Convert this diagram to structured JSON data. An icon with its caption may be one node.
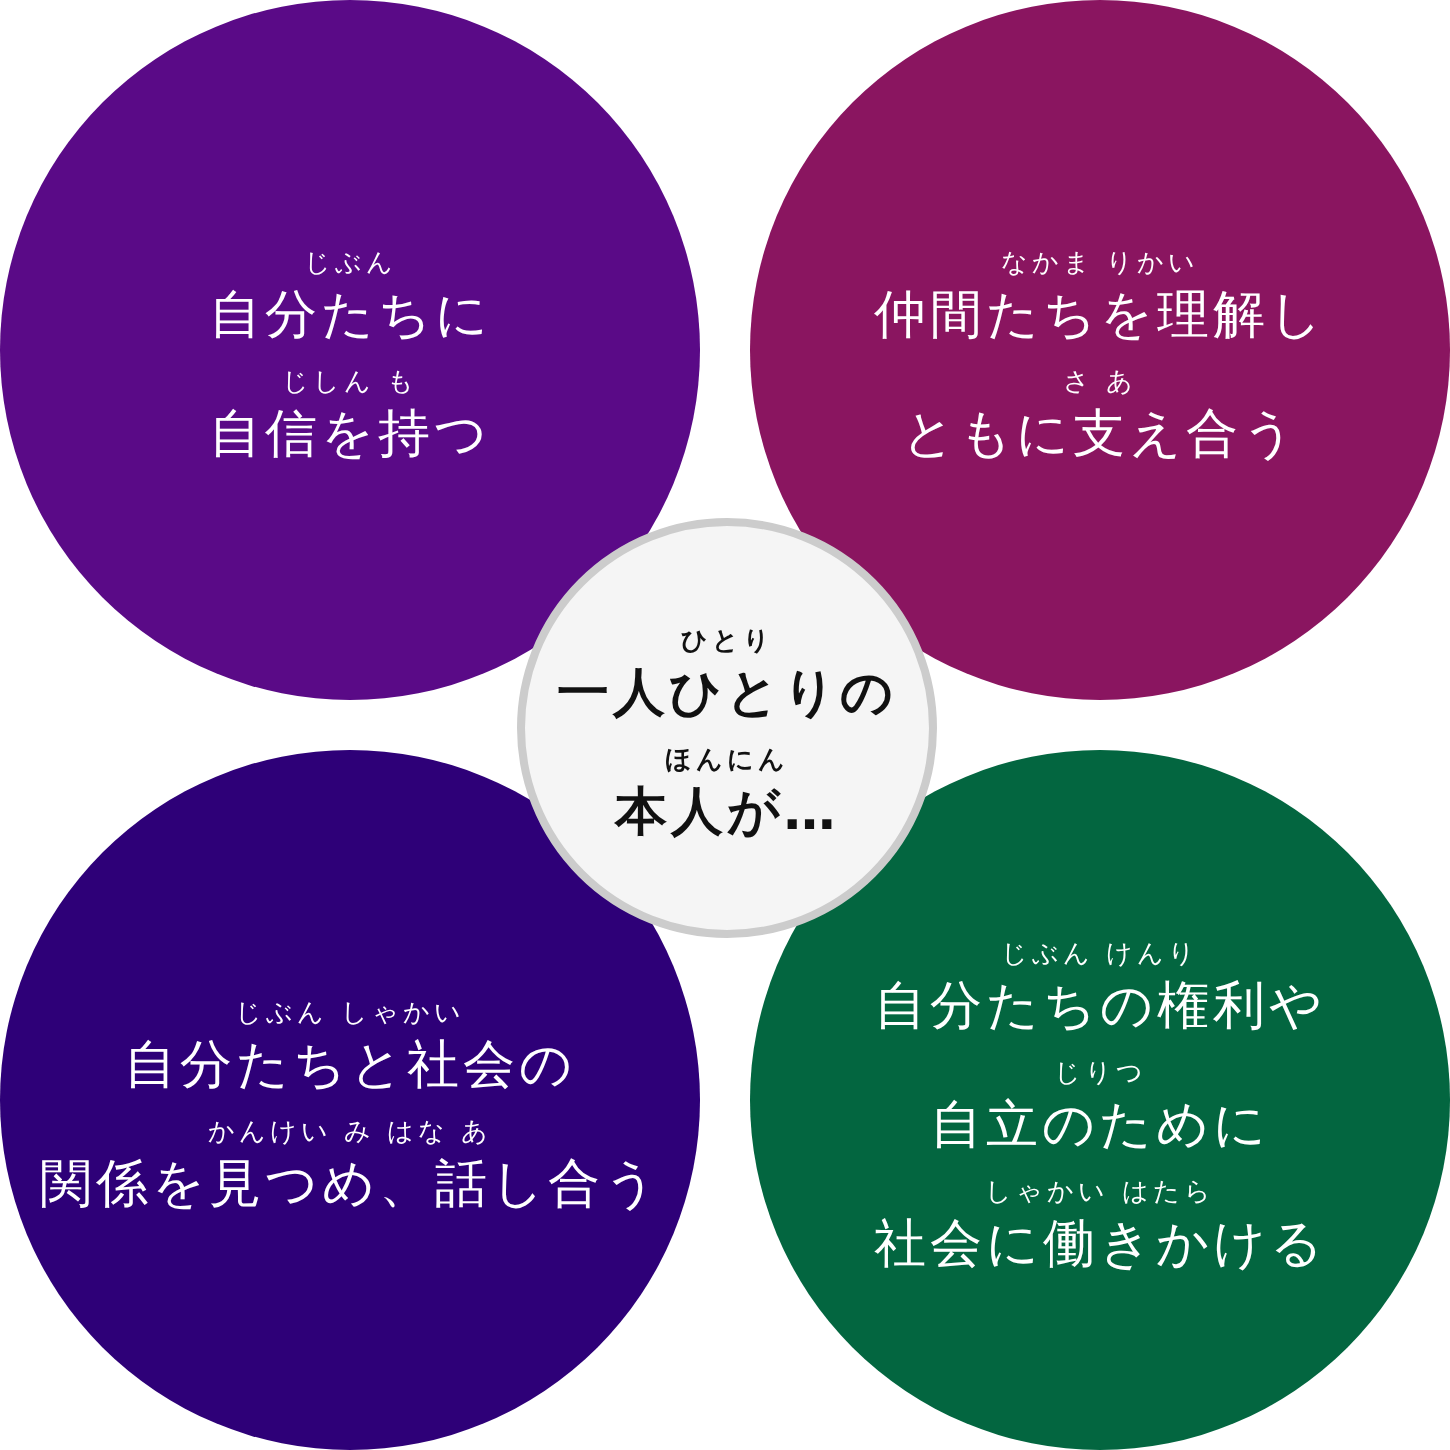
{
  "diagram": {
    "nodes": [
      {
        "text": [
          "じぶん",
          "自分たちに",
          "じしん も",
          "自信を持つ"
        ]
      },
      {
        "text": [
          "なかま りかい",
          "仲間たちを理解し",
          "さ あ",
          "ともに支え合う"
        ]
      },
      {
        "text": [
          "ひとり",
          "一人ひとりの",
          "ほんにん",
          "本人が…"
        ]
      },
      {
        "text": [
          "じぶん しゃかい",
          "自分たちと社会の",
          "かんけい み はな あ",
          "関係を見つめ、話し合う"
        ]
      },
      {
        "text": [
          "じぶん けんり",
          "自分たちの権利や",
          "じりつ",
          "自立のために",
          "しゃかい はたら",
          "社会に働きかける"
        ]
      }
    ],
    "edges": []
  }
}
